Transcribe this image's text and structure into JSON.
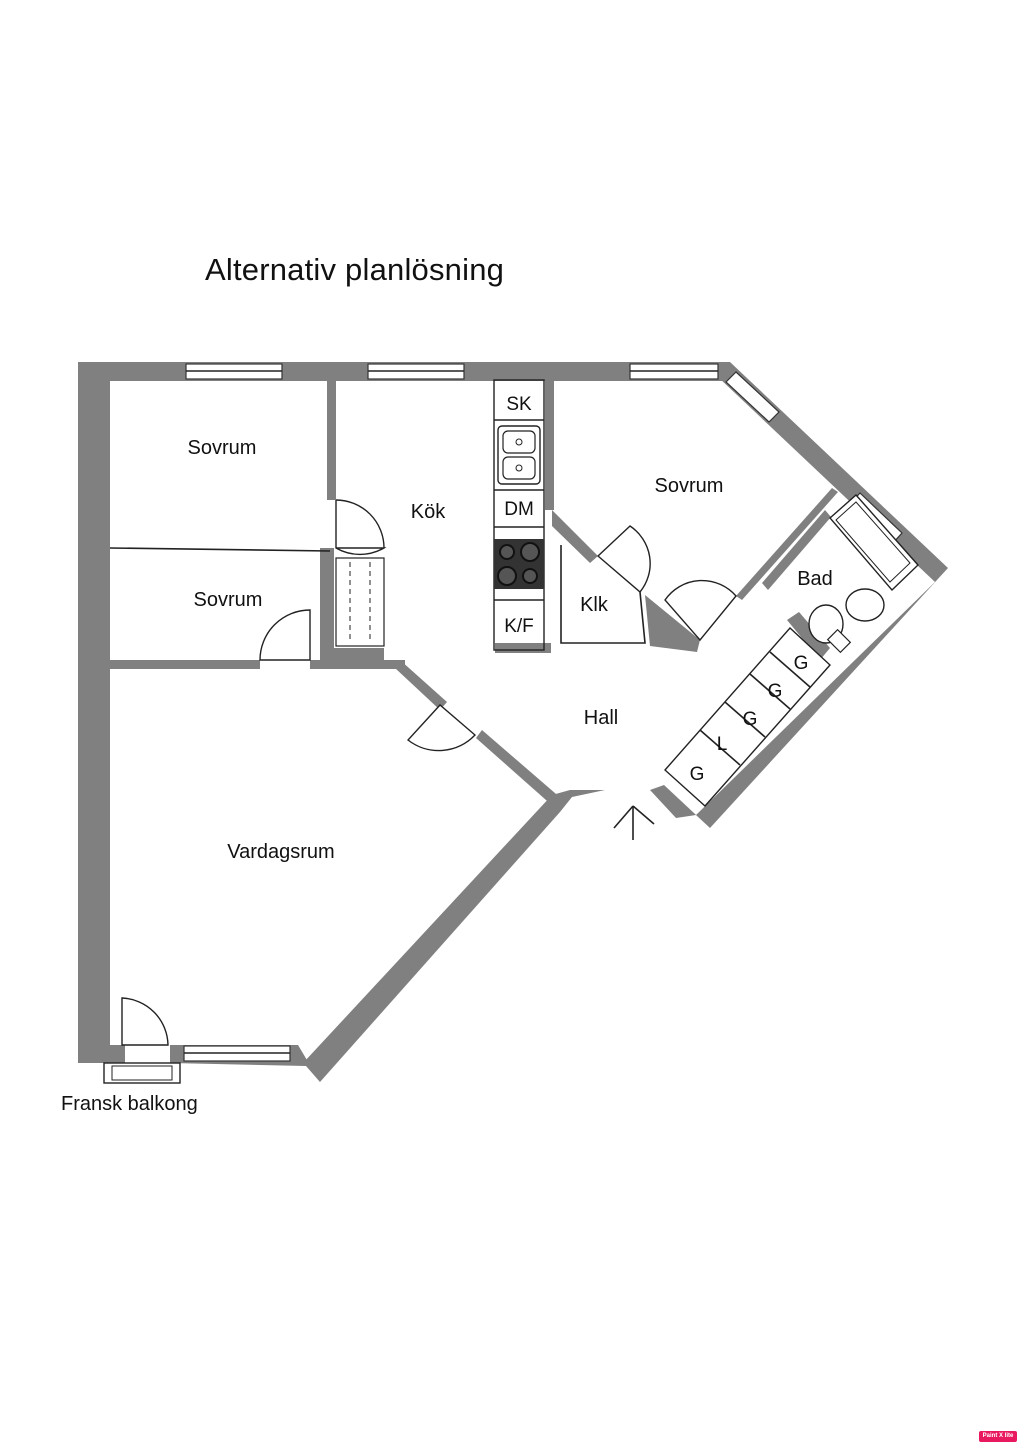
{
  "title": "Alternativ planlösning",
  "rooms": {
    "sovrum_top_left": "Sovrum",
    "sovrum_mid_left": "Sovrum",
    "kok": "Kök",
    "sovrum_right": "Sovrum",
    "bad": "Bad",
    "klk": "Klk",
    "hall": "Hall",
    "vardagsrum": "Vardagsrum"
  },
  "fixtures": {
    "sk": "SK",
    "dm": "DM",
    "kf": "K/F",
    "g1": "G",
    "g2": "G",
    "g3": "G",
    "l": "L",
    "g4": "G"
  },
  "caption": "Fransk balkong",
  "badge": "Paint X lite",
  "colors": {
    "wall": "#808080",
    "line": "#222222",
    "badge": "#e8195e"
  }
}
